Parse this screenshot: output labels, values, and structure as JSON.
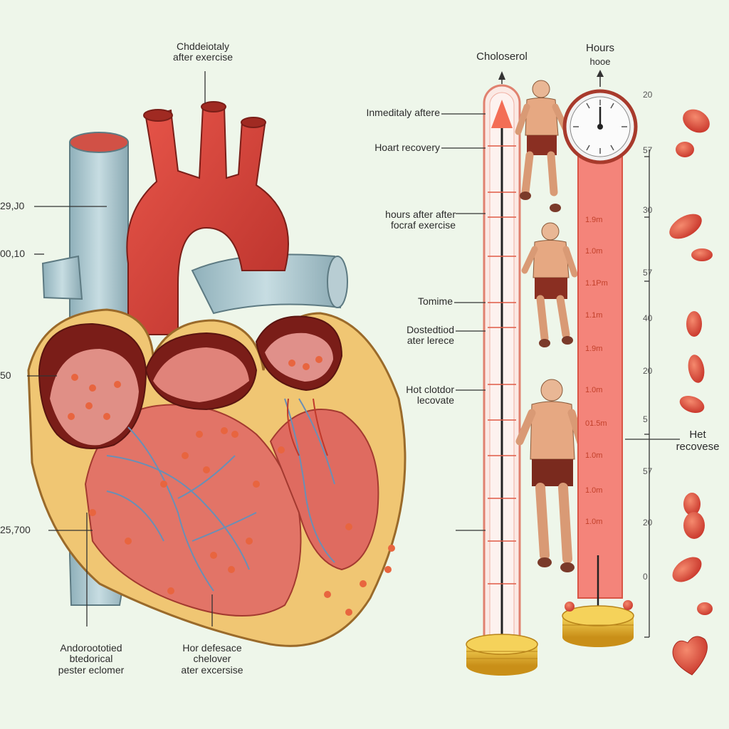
{
  "colors": {
    "background": "#eef6ea",
    "heart_red": "#d9443a",
    "vein_blue": "#a9c6cf",
    "fat_yellow": "#efc56a",
    "tube_red": "#f07a6a",
    "gold": "#e8b830"
  },
  "top_labels": {
    "heart_top": "Chddeiotaly\nafter exercise",
    "cholesterol": "Choloserol",
    "hours_title": "Hours",
    "hours_sub": "hoое"
  },
  "left_values": [
    "29,J0",
    "00,10",
    "50",
    "25,700"
  ],
  "bottom_labels": {
    "left": "Andoroototied\nbtedorical\npester eclomer",
    "middle": "Hor defesace\nchelover\nater excersise"
  },
  "tube_labels": [
    "Inmeditaly aftere",
    "Hoart recovery",
    "hours after after\nfocraf exercise",
    "Tomime",
    "Dostedtiod\nater lerece",
    "Hot clotdor\nlecovate"
  ],
  "scale_marks": [
    "1.9m",
    "1.0m",
    "1.1Pm",
    "1.1m",
    "1.9m",
    "1.0m",
    "01.5m",
    "1.0m",
    "1.0m",
    "1.0m"
  ],
  "right_axis_values": [
    "20",
    "57",
    "30",
    "57",
    "40",
    "20",
    "5",
    "57",
    "20",
    "0"
  ],
  "side_label": "Het\nrecovese",
  "icons": {
    "clock": "clock-icon",
    "runner": "runner-icon",
    "coin": "coin-stack-icon",
    "heart": "heart-icon",
    "blood_cell": "blood-cell-icon"
  }
}
